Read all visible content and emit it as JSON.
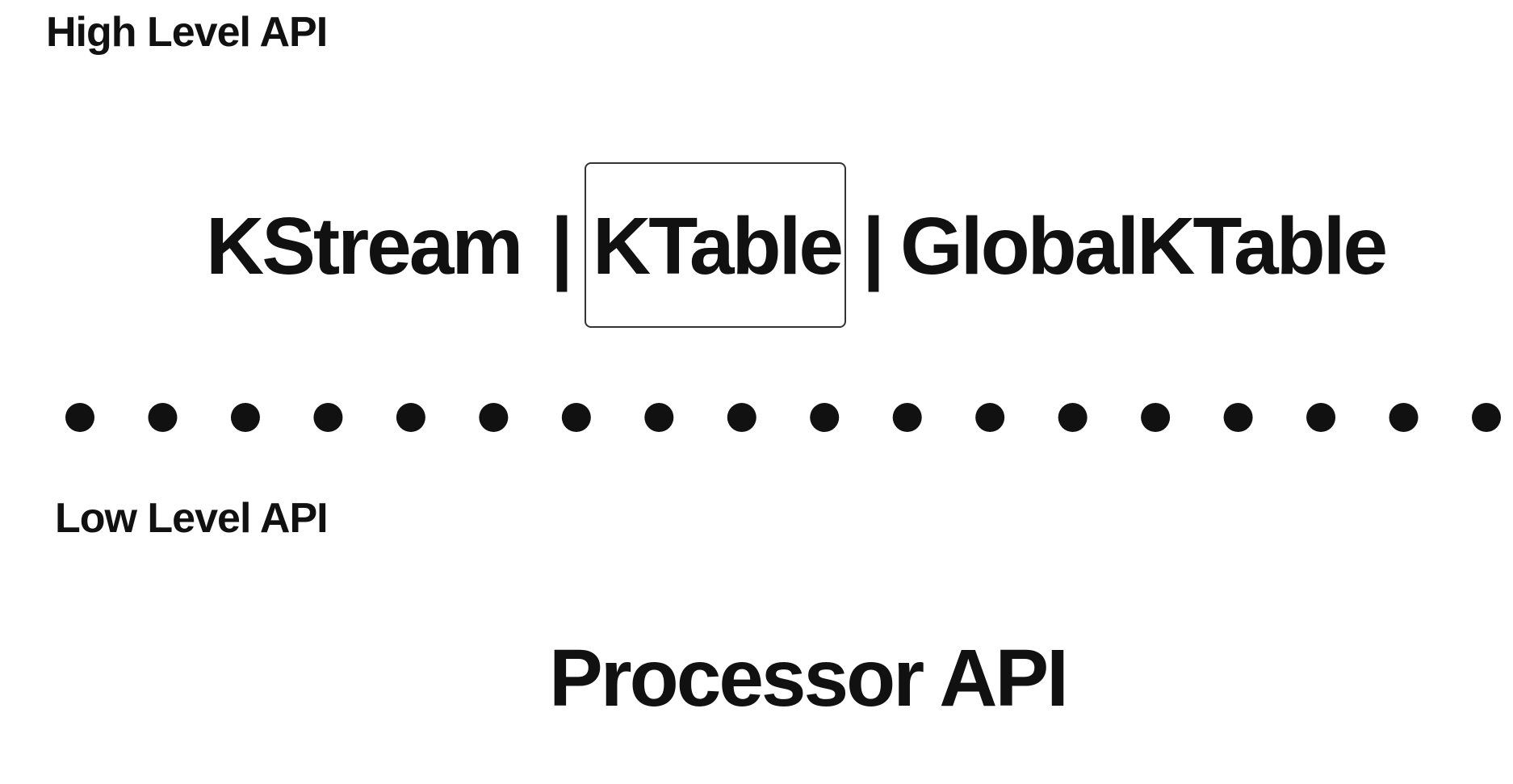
{
  "high_level": {
    "label": "High Level API",
    "items": [
      {
        "label": "KStream"
      },
      {
        "label": "|"
      },
      {
        "label": "KTable"
      },
      {
        "label": "|"
      },
      {
        "label": "GlobalKTable"
      }
    ],
    "highlighted_item": "KTable"
  },
  "divider": {
    "style": "dotted",
    "dot_count": 18,
    "color": "#111111"
  },
  "low_level": {
    "label": "Low Level API",
    "item": "Processor API"
  }
}
